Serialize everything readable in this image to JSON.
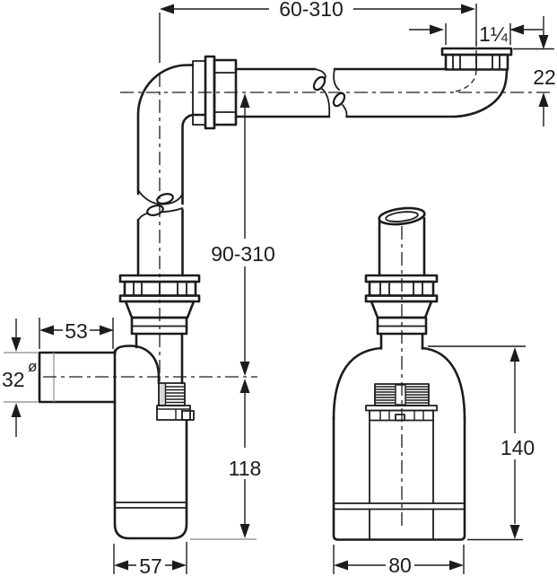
{
  "colors": {
    "line_color": "#1c1c1c",
    "extension_line_color": "#9b9b9b",
    "background_color": "#ffffff",
    "thread_shading_color": "#d8d8d8"
  },
  "dimensions": {
    "top_span": "60-310",
    "connection_size": "1¼",
    "drop_height": "22",
    "adjustable_height": "90-310",
    "inlet_length": "53",
    "inlet_diameter": "32",
    "diameter_symbol": "ø",
    "side_height": "118",
    "front_height": "140",
    "side_width": "57",
    "front_width": "80"
  }
}
